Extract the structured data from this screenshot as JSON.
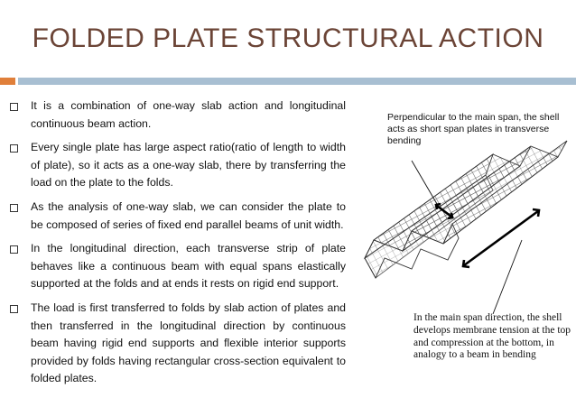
{
  "slide": {
    "title": "FOLDED PLATE STRUCTURAL ACTION",
    "bullets": [
      "It is a combination of one-way slab action and longitudinal continuous beam action.",
      "Every single plate has large aspect ratio(ratio of length to width of plate), so it acts as a one-way slab, there by transferring the load on the plate to the folds.",
      "As the analysis of one-way slab, we can consider the plate to be composed of series of fixed end parallel beams of unit width.",
      "In the longitudinal direction, each transverse strip of plate behaves like a continuous beam with equal spans elastically supported at the folds and at ends it rests on rigid end support.",
      "The load is first transferred to folds by slab action of plates and then transferred in the longitudinal direction by continuous beam having rigid end supports and flexible interior supports provided by folds having rectangular cross-section equivalent to folded plates."
    ]
  },
  "figure": {
    "caption_top": "Perpendicular to the main span, the shell acts as short span plates in transverse bending",
    "caption_bottom": "In the main span direction, the shell develops membrane tension at the top and compression at the bottom, in analogy to a beam in bending"
  },
  "colors": {
    "title": "#6b4436",
    "accent_orange": "#e07f3a",
    "accent_blue": "#a8bfd2"
  }
}
